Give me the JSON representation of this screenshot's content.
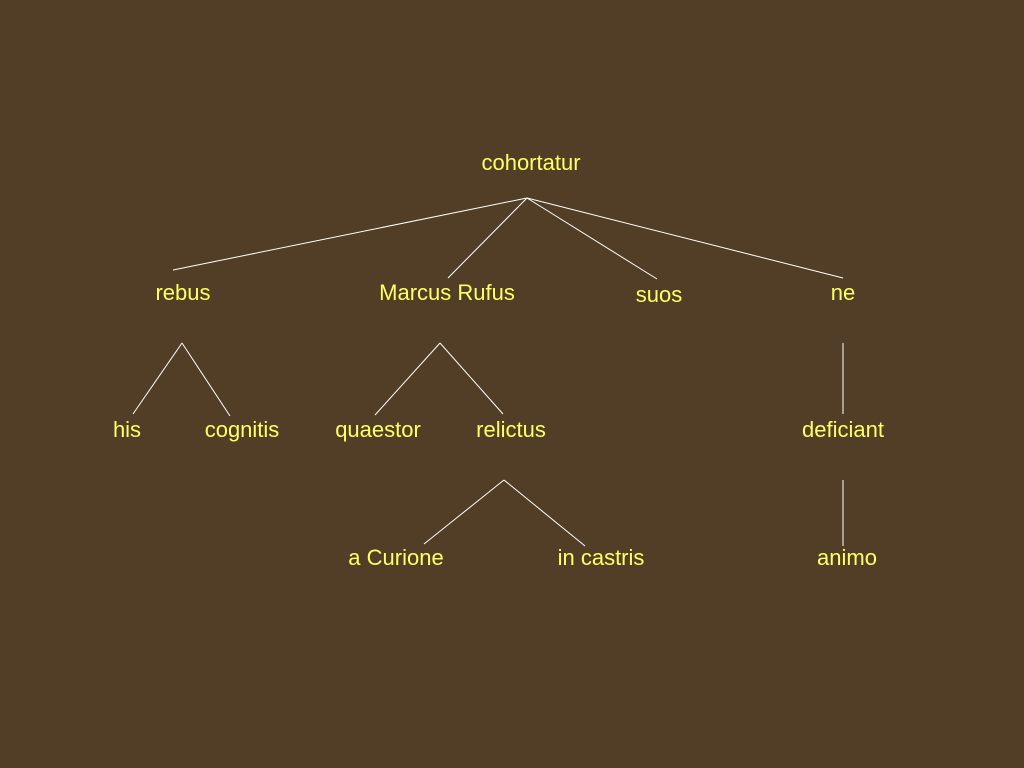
{
  "colors": {
    "background": "#523e26",
    "text": "#ffff66",
    "line": "#ffffff"
  },
  "tree": {
    "nodes": [
      {
        "id": "cohortatur",
        "label": "cohortatur"
      },
      {
        "id": "rebus",
        "label": "rebus"
      },
      {
        "id": "marcus-rufus",
        "label": "Marcus Rufus"
      },
      {
        "id": "suos",
        "label": "suos"
      },
      {
        "id": "ne",
        "label": "ne"
      },
      {
        "id": "his",
        "label": "his"
      },
      {
        "id": "cognitis",
        "label": "cognitis"
      },
      {
        "id": "quaestor",
        "label": "quaestor"
      },
      {
        "id": "relictus",
        "label": "relictus"
      },
      {
        "id": "deficiant",
        "label": "deficiant"
      },
      {
        "id": "a-curione",
        "label": "a Curione"
      },
      {
        "id": "in-castris",
        "label": "in castris"
      },
      {
        "id": "animo",
        "label": "animo"
      }
    ],
    "edges": [
      {
        "from": "cohortatur",
        "to": "rebus"
      },
      {
        "from": "cohortatur",
        "to": "marcus-rufus"
      },
      {
        "from": "cohortatur",
        "to": "suos"
      },
      {
        "from": "cohortatur",
        "to": "ne"
      },
      {
        "from": "rebus",
        "to": "his"
      },
      {
        "from": "rebus",
        "to": "cognitis"
      },
      {
        "from": "marcus-rufus",
        "to": "quaestor"
      },
      {
        "from": "marcus-rufus",
        "to": "relictus"
      },
      {
        "from": "ne",
        "to": "deficiant"
      },
      {
        "from": "relictus",
        "to": "a-curione"
      },
      {
        "from": "relictus",
        "to": "in-castris"
      },
      {
        "from": "deficiant",
        "to": "animo"
      }
    ]
  }
}
